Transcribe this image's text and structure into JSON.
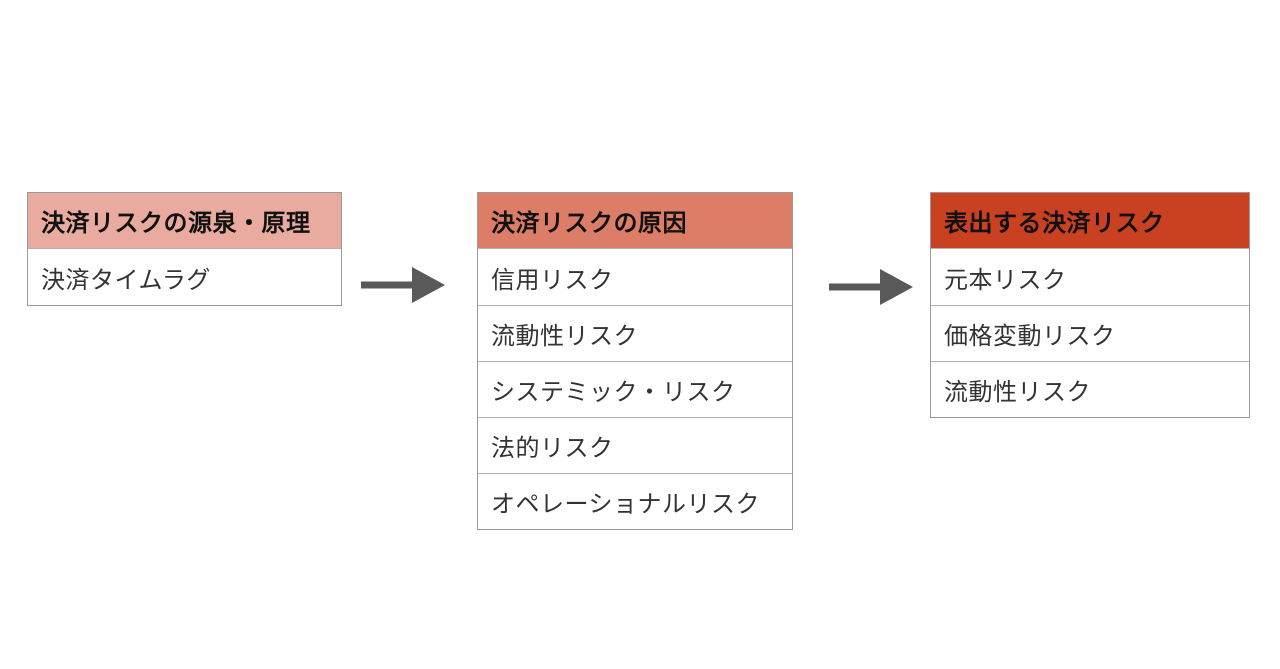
{
  "page": {
    "background": "#ffffff"
  },
  "colors": {
    "page_bg": "#ffffff",
    "box1_header_bg": "#e9ab9f",
    "box2_header_bg": "#dc7e67",
    "box3_header_bg": "#ca4122",
    "header_text": "#111111",
    "body_text": "#333333",
    "border_outer": "#999999",
    "border_inner": "#b3b3b3",
    "arrow": "#595959"
  },
  "diagram": {
    "boxes": [
      {
        "id": "settlement-risk-source",
        "title": "決済リスクの源泉・原理",
        "rows": [
          "決済タイムラグ"
        ]
      },
      {
        "id": "settlement-risk-causes",
        "title": "決済リスクの原因",
        "rows": [
          "信用リスク",
          "流動性リスク",
          "システミック・リスク",
          "法的リスク",
          "オペレーショナルリスク"
        ]
      },
      {
        "id": "manifested-settlement-risks",
        "title": "表出する決済リスク",
        "rows": [
          "元本リスク",
          "価格変動リスク",
          "流動性リスク"
        ]
      }
    ],
    "arrows": [
      {
        "name": "flow-arrow-1",
        "direction": "right"
      },
      {
        "name": "flow-arrow-2",
        "direction": "right"
      }
    ]
  }
}
